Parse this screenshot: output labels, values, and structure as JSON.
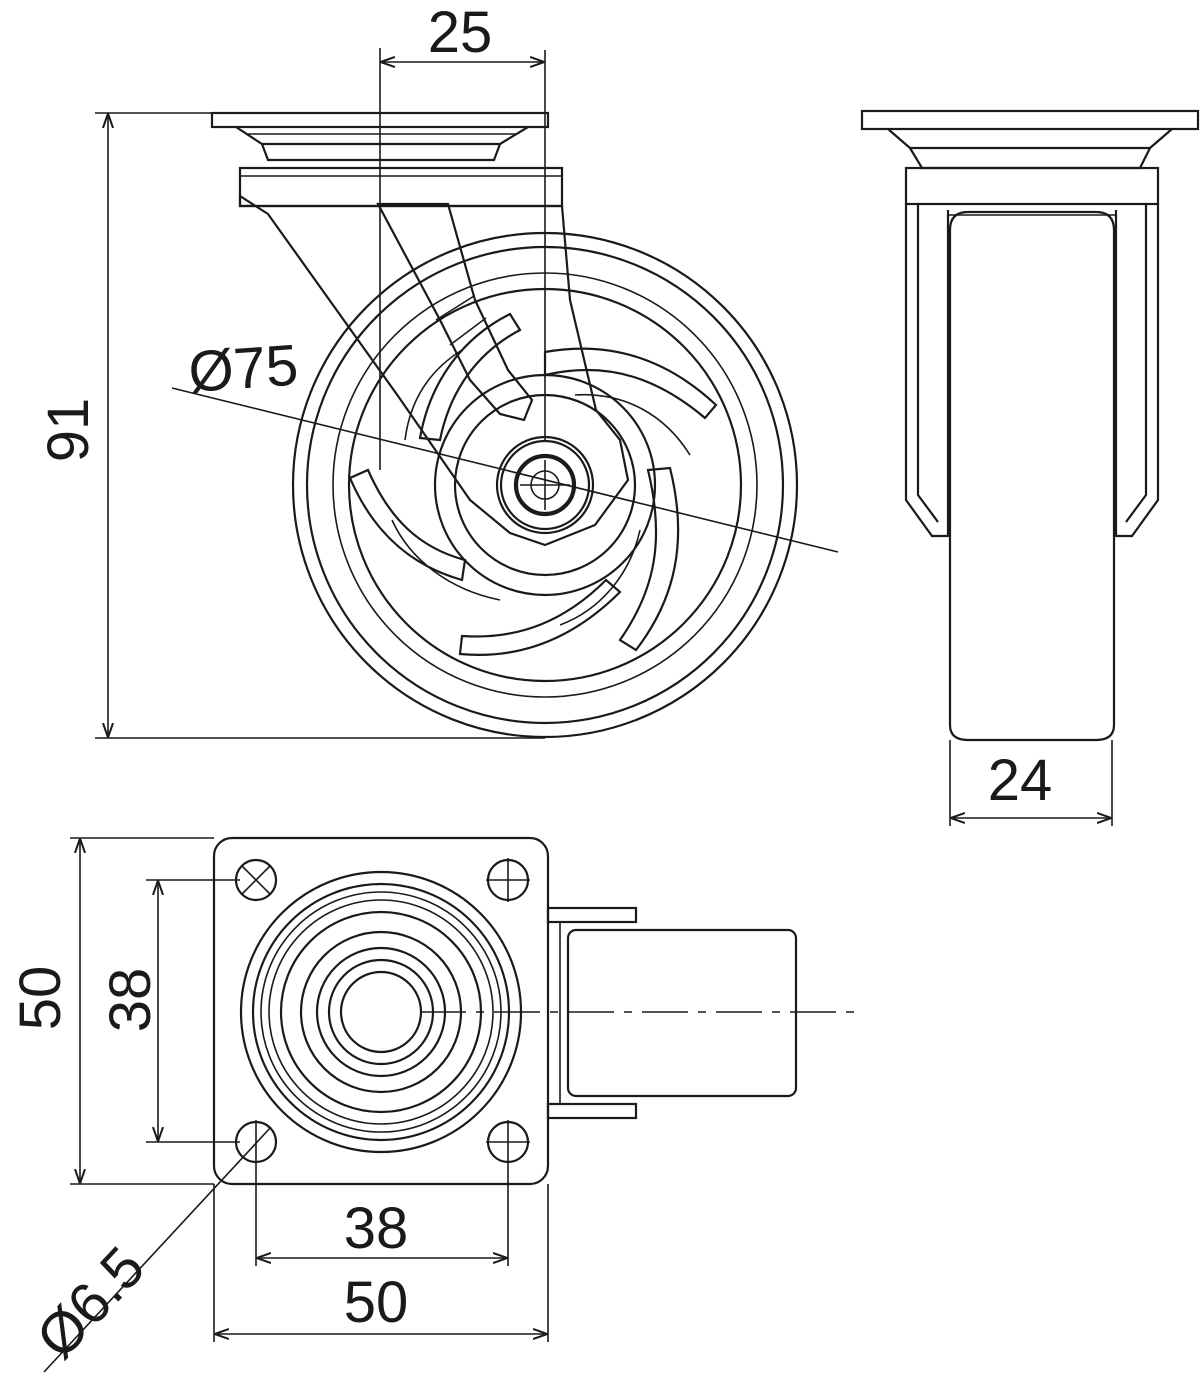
{
  "dimensions": {
    "mount_offset": "25",
    "total_height": "91",
    "wheel_diameter": "Ø75",
    "wheel_width": "24",
    "plate_height": "50",
    "hole_spacing_vertical": "38",
    "hole_spacing_horizontal": "38",
    "plate_width": "50",
    "hole_diameter": "Ø6.5"
  },
  "colors": {
    "line": "#1a1a1a",
    "background": "#ffffff"
  }
}
